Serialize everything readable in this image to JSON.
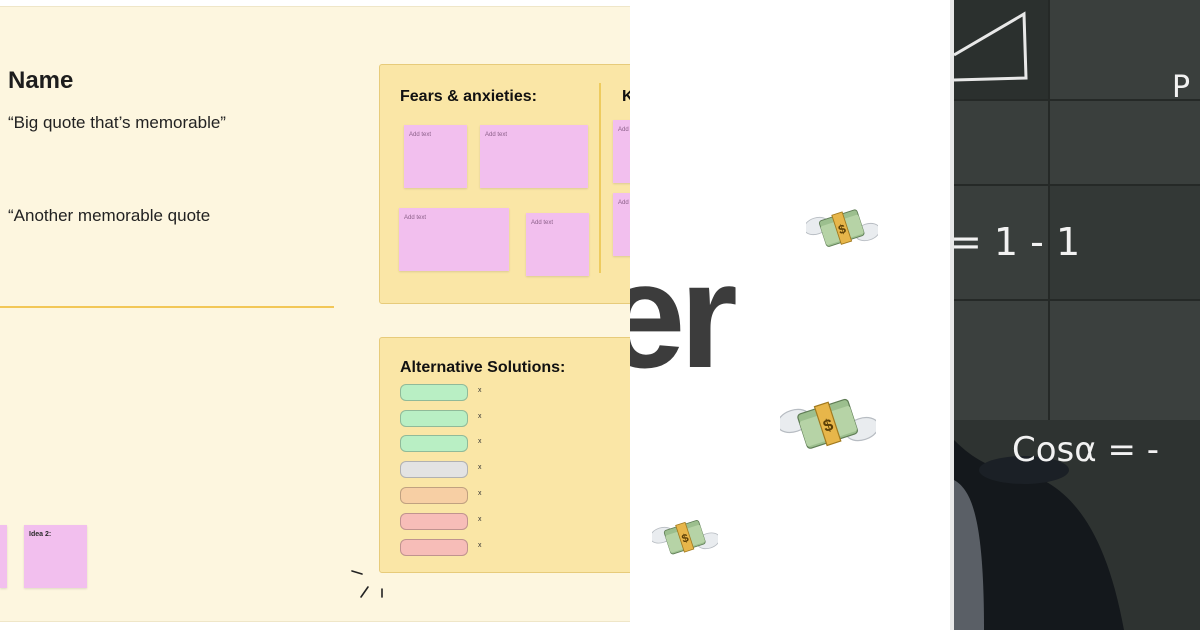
{
  "whiteboard": {
    "persona_name": "Name",
    "quote_1": "“Big quote that’s memorable”",
    "quote_2": "“Another memorable quote",
    "fears_title": "Fears & anxieties:",
    "next_title_partial": "K",
    "sticky_placeholder": "Add text",
    "alt_title": "Alternative Solutions:",
    "alt_marker": "x",
    "idea_label": "Idea 2:",
    "colors": {
      "board": "#fdf6df",
      "card": "#fae6a6",
      "sticky": "#f2bfee",
      "divider": "#f2c757"
    }
  },
  "alt_solution_pill_colors": [
    "#b9efc4",
    "#b9efc4",
    "#b9efc4",
    "#e3e3e3",
    "#f7cfa4",
    "#f7bdb8",
    "#f7bdb8"
  ],
  "middle": {
    "big_text_fragment": "er",
    "emoji": "money-with-wings"
  },
  "right_photo": {
    "chalk_texts": [
      "P",
      "= 1 - 1",
      "Cosα = -"
    ],
    "description_icon": "chalkboard-photo"
  }
}
